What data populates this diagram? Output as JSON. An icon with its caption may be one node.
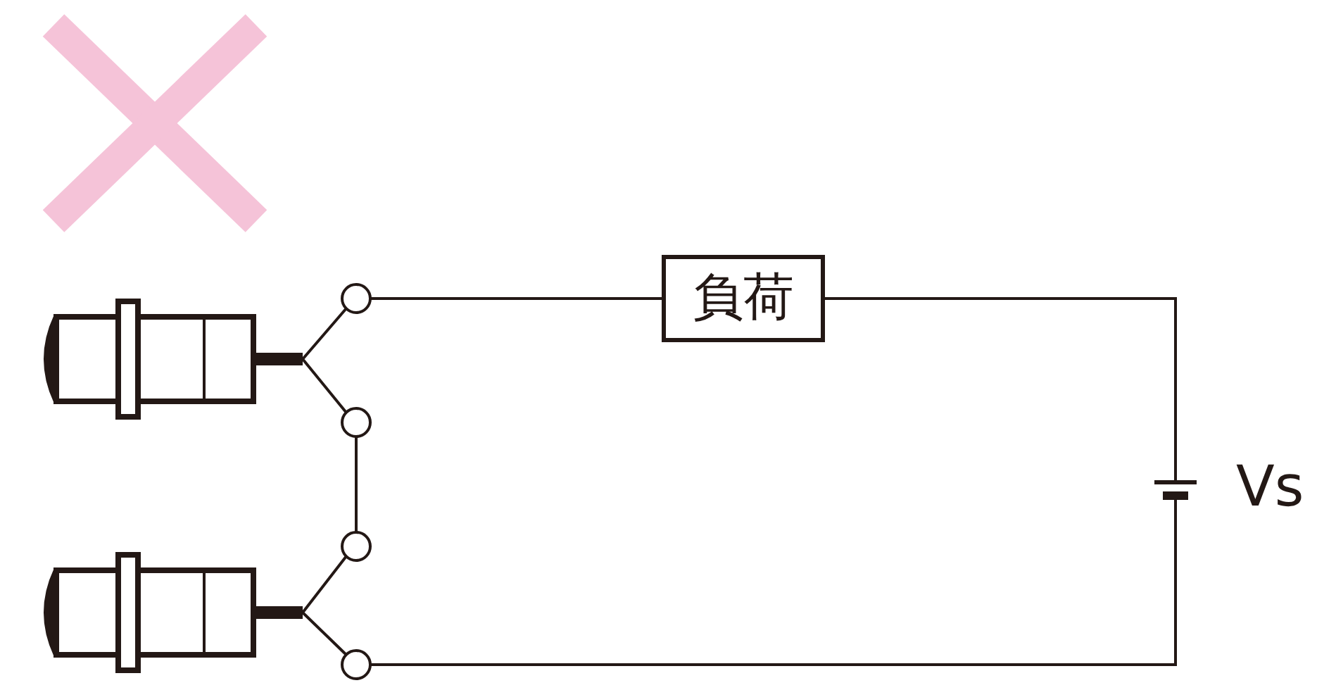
{
  "diagram": {
    "nodes": [
      {
        "text": [],
        "shape": "circle"
      },
      {
        "text": [
          "負荷"
        ]
      },
      {
        "text": [],
        "shape": "circle"
      },
      {
        "text": [],
        "shape": "battery"
      },
      {
        "text": [],
        "shape": "circle"
      },
      {
        "text": [],
        "shape": "circle"
      }
    ],
    "edges": [
      {
        "from": 0,
        "to": 1,
        "arrow": "none"
      },
      {
        "from": 1,
        "to": 3,
        "arrow": "none"
      },
      {
        "from": 3,
        "to": 5,
        "arrow": "none"
      },
      {
        "from": 2,
        "to": 4,
        "arrow": "none"
      }
    ],
    "labels": [
      "Vs"
    ]
  }
}
